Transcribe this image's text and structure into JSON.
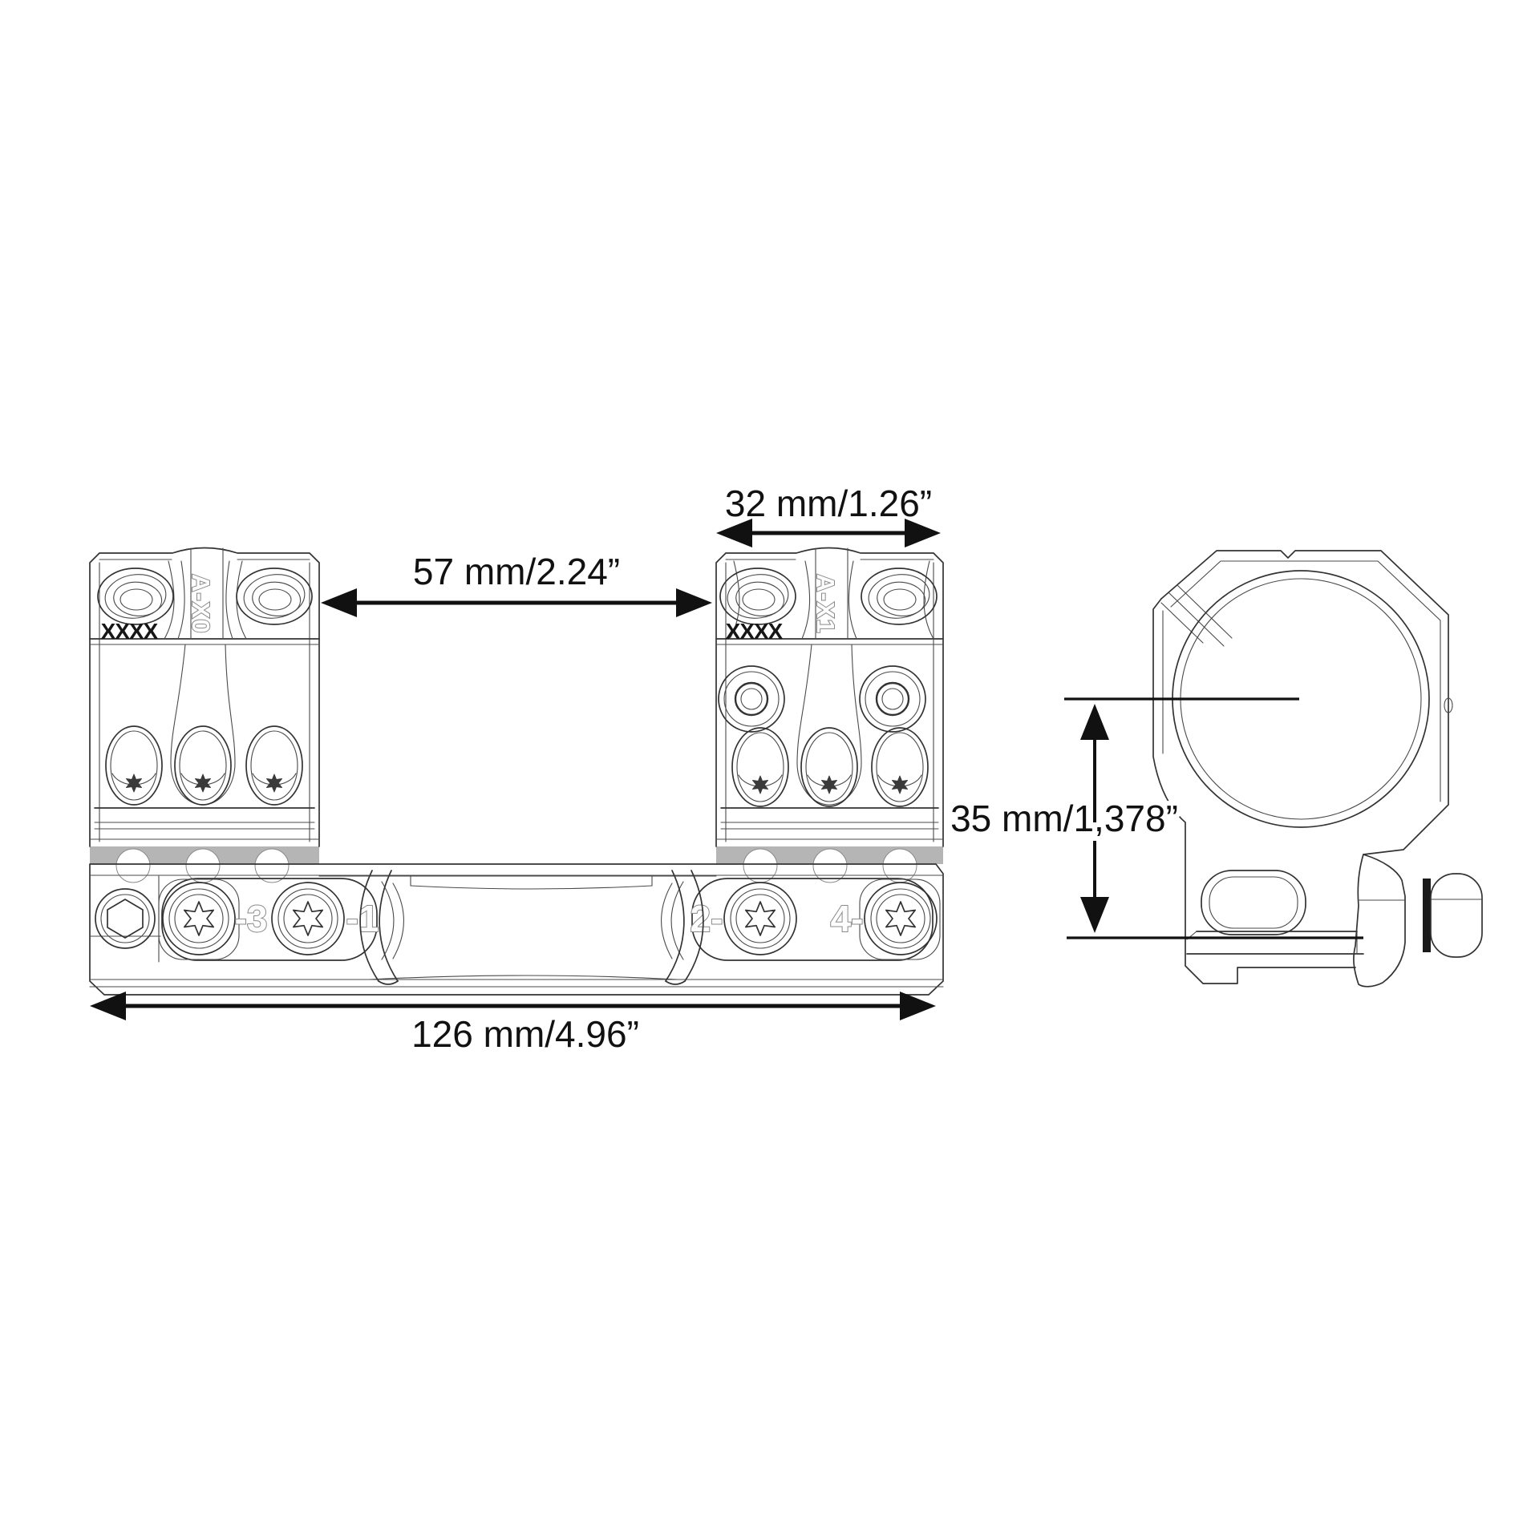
{
  "dimensions": {
    "ring_width": "32 mm/1.26”",
    "ring_spacing": "57 mm/2.24”",
    "overall_length": "126 mm/4.96”",
    "center_height": "35 mm/1,378”"
  },
  "markings": {
    "front_ring_model": "A-X0",
    "rear_ring_model": "A-X1",
    "front_ring_serial": "XXXX",
    "rear_ring_serial": "XXXX"
  },
  "screw_labels": {
    "minus3": "-3",
    "minus1": "-1",
    "two": "2-",
    "four": "4-"
  },
  "colors": {
    "line": "#333333",
    "dimension": "#111111",
    "engraving": "#8a8a8a",
    "shading": "#b5b5b5",
    "background": "#ffffff"
  }
}
